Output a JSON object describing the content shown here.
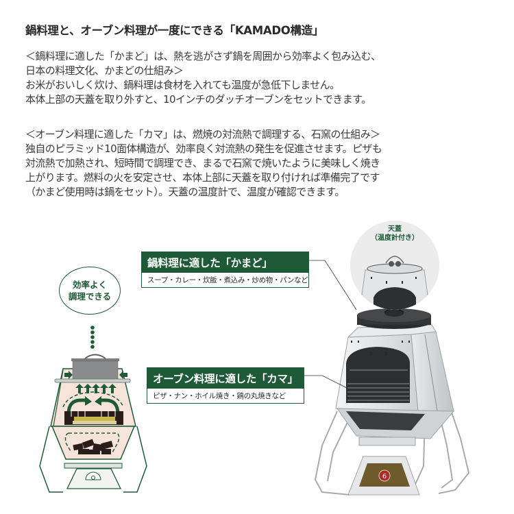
{
  "heading": "鍋料理と、オーブン料理が一度にできる「KAMADO構造」",
  "section1": {
    "lines": [
      "＜鍋料理に適した「かまど」は、熱を逃がさず鍋を周囲から効率よく包み込む、",
      "日本の料理文化、かまどの仕組み＞",
      "お米がおいしく炊け、鍋料理は食材を入れても温度が急低下しません。",
      "本体上部の天蓋を取り外すと、10インチのダッチオーブンをセットできます。"
    ]
  },
  "section2": {
    "lines": [
      "＜オーブン料理に適した「カマ」は、燃焼の対流熱で調理する、石窯の仕組み＞",
      "独自のピラミッド10面体構造が、効率良く対流熱の発生を促進させます。ピザも",
      "対流熱で加熱され、短時間で調理でき、まるで石窯で焼いたように美味しく焼き",
      "上がります。燃料の火を安定させ、本体上部に天蓋を取り付ければ準備完了です",
      "（かまど使用時は鍋をセット）。天蓋の温度計で、温度が確認できます。"
    ]
  },
  "callouts": {
    "kamado": {
      "title": "鍋料理に適した「かまど」",
      "subtitle": "スープ・カレー・炊飯・煮込み・炒め物・パンなど"
    },
    "kama": {
      "title": "オーブン料理に適した「カマ」",
      "subtitle": "ピザ・ナン・ホイル焼き・鶏の丸焼きなど"
    }
  },
  "badge": {
    "line1": "効率よく",
    "line2": "調理できる"
  },
  "lid_label": {
    "line1": "天蓋",
    "line2": "（温度計付き）"
  },
  "product_badge_number": "6",
  "colors": {
    "brand_green": "#1e5a37",
    "diagram_fill": "#f6e3da",
    "steel": "#c8cacc",
    "pot_gray": "#7b7d7e",
    "charcoal": "#2a1c18",
    "badge_brown": "#6e5a2c",
    "badge_red": "#b0282c"
  }
}
